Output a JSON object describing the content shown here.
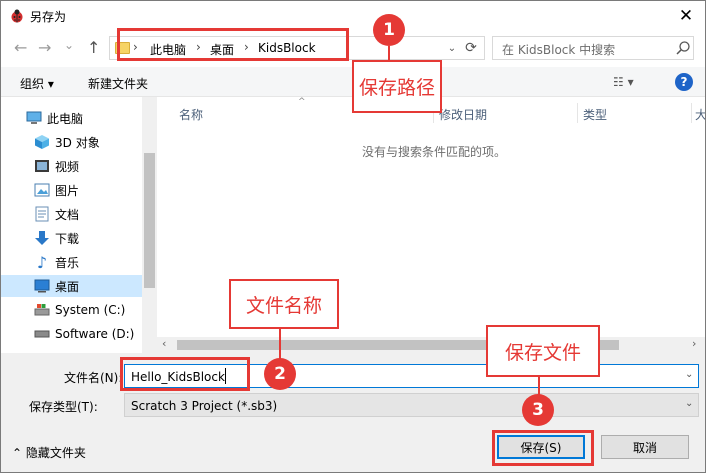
{
  "window": {
    "title": "另存为",
    "close_glyph": "✕"
  },
  "address": {
    "crumbs": [
      "此电脑",
      "桌面",
      "KidsBlock"
    ],
    "separator": "›",
    "search_placeholder": "在 KidsBlock 中搜索"
  },
  "nav_buttons": {
    "back": "←",
    "forward": "→",
    "dropdown": "⌄",
    "up": "↑"
  },
  "toolbar": {
    "organize": "组织 ▾",
    "new_folder": "新建文件夹",
    "view_glyph": "☷ ▾",
    "help": "?"
  },
  "sidebar": {
    "items": [
      {
        "label": "此电脑",
        "icon": "pc-icon"
      },
      {
        "label": "3D 对象",
        "icon": "cube-icon"
      },
      {
        "label": "视频",
        "icon": "video-icon"
      },
      {
        "label": "图片",
        "icon": "picture-icon"
      },
      {
        "label": "文档",
        "icon": "document-icon"
      },
      {
        "label": "下载",
        "icon": "download-icon"
      },
      {
        "label": "音乐",
        "icon": "music-icon"
      },
      {
        "label": "桌面",
        "icon": "desktop-icon",
        "selected": true
      },
      {
        "label": "System (C:)",
        "icon": "drive-icon"
      },
      {
        "label": "Software (D:)",
        "icon": "drive-icon"
      }
    ]
  },
  "filelist": {
    "columns": [
      "名称",
      "修改日期",
      "类型",
      "大"
    ],
    "empty_message": "没有与搜索条件匹配的项。"
  },
  "form": {
    "filename_label": "文件名(N):",
    "filename_value": "Hello_KidsBlock",
    "type_label": "保存类型(T):",
    "type_value": "Scratch 3 Project (*.sb3)",
    "save_button": "保存(S)",
    "cancel_button": "取消",
    "hide_folders": "隐藏文件夹"
  },
  "annotations": [
    {
      "number": "1",
      "label": "保存路径"
    },
    {
      "number": "2",
      "label": "文件名称"
    },
    {
      "number": "3",
      "label": "保存文件"
    }
  ],
  "colors": {
    "annotation": "#e53935",
    "accent": "#0078d7",
    "selected": "#cce8ff"
  }
}
